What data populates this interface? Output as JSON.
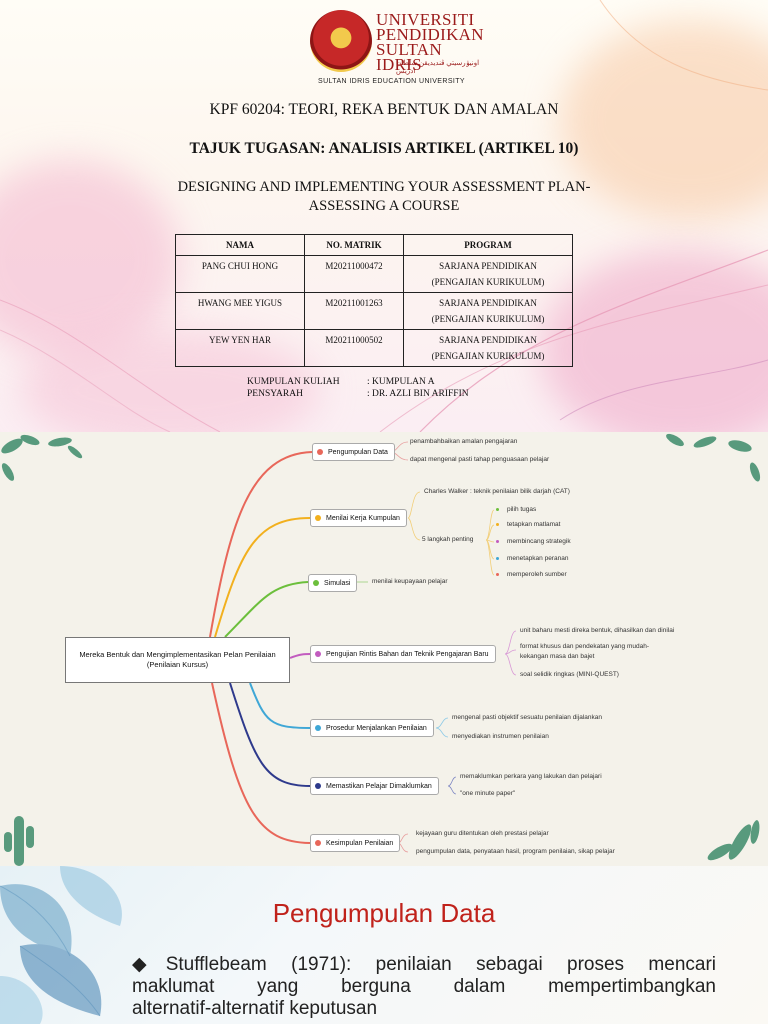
{
  "slide1": {
    "university": {
      "name_lines": [
        "UNIVERSITI",
        "PENDIDIKAN",
        "SULTAN IDRIS"
      ],
      "jawi_text": "اونيۏرسيتي ڤنديديقن سلطان ادريس",
      "english_name": "SULTAN IDRIS EDUCATION UNIVERSITY"
    },
    "course_title": "KPF 60204: TEORI, REKA BENTUK DAN AMALAN",
    "assignment_title": "TAJUK TUGASAN: ANALISIS ARTIKEL (ARTIKEL 10)",
    "article_title_lines": [
      "DESIGNING AND IMPLEMENTING YOUR ASSESSMENT PLAN-",
      "ASSESSING A COURSE"
    ],
    "table": {
      "headers": [
        "NAMA",
        "NO. MATRIK",
        "PROGRAM"
      ],
      "rows": [
        {
          "nama": "PANG CHUI HONG",
          "matrik": "M20211000472",
          "program_l1": "SARJANA PENDIDIKAN",
          "program_l2": "(PENGAJIAN KURIKULUM)"
        },
        {
          "nama": "HWANG MEE YIGUS",
          "matrik": "M20211001263",
          "program_l1": "SARJANA PENDIDIKAN",
          "program_l2": "(PENGAJIAN KURIKULUM)"
        },
        {
          "nama": "YEW YEN HAR",
          "matrik": "M20211000502",
          "program_l1": "SARJANA PENDIDIKAN",
          "program_l2": "(PENGAJIAN KURIKULUM)"
        }
      ]
    },
    "info": {
      "group_label": "KUMPULAN KULIAH",
      "group_value": ": KUMPULAN A",
      "lecturer_label": "PENSYARAH",
      "lecturer_value": ": DR. AZLI BIN ARIFFIN"
    }
  },
  "slide2": {
    "root": "Mereka Bentuk dan Mengimplementasikan  Pelan Penilaian (Penilaian Kursus)",
    "branches": [
      {
        "label": "Pengumpulan Data",
        "color": "#e8675a",
        "items": [
          "penambahbaikan amalan pengajaran",
          "dapat mengenal pasti tahap penguasaan pelajar"
        ]
      },
      {
        "label": "Menilai Kerja Kumpulan",
        "color": "#f2b01e",
        "items": [
          "Charles Walker :    teknik penilaian bilik darjah (CAT)",
          "5 langkah penting"
        ],
        "steps": [
          "pilih tugas",
          "tetapkan matlamat",
          "membincang strategik",
          "menetapkan peranan",
          "memperoleh sumber"
        ]
      },
      {
        "label": "Simulasi",
        "color": "#6cbf3c",
        "items": [
          "menilai keupayaan pelajar"
        ]
      },
      {
        "label": "Pengujian Rintis Bahan dan Teknik Pengajaran Baru",
        "color": "#c25cbf",
        "items": [
          "unit baharu mesti direka bentuk, dihasilkan dan dinilai",
          "format khusus dan pendekatan yang mudah-",
          "kekangan masa dan bajet",
          "soal selidik ringkas (MINI-QUEST)"
        ]
      },
      {
        "label": "Prosedur Menjalankan Penilaian",
        "color": "#3fa7d6",
        "items": [
          "mengenal pasti objektif sesuatu penilaian dijalankan",
          "menyediakan instrumen penilaian"
        ]
      },
      {
        "label": "Memastikan Pelajar Dimaklumkan",
        "color": "#2e3a8c",
        "items": [
          "memaklumkan perkara yang lakukan dan pelajari",
          "\"one minute paper\""
        ]
      },
      {
        "label": "Kesimpulan Penilaian",
        "color": "#e8675a",
        "items": [
          "kejayaan guru ditentukan oleh prestasi pelajar",
          "pengumpulan data, penyataan hasil, program penilaian, sikap pelajar"
        ]
      }
    ]
  },
  "slide3": {
    "title": "Pengumpulan Data",
    "body_lines": [
      "◆Stufflebeam (1971): penilaian sebagai proses mencari",
      "maklumat yang berguna dalam mempertimbangkan",
      "alternatif-alternatif keputusan"
    ]
  }
}
